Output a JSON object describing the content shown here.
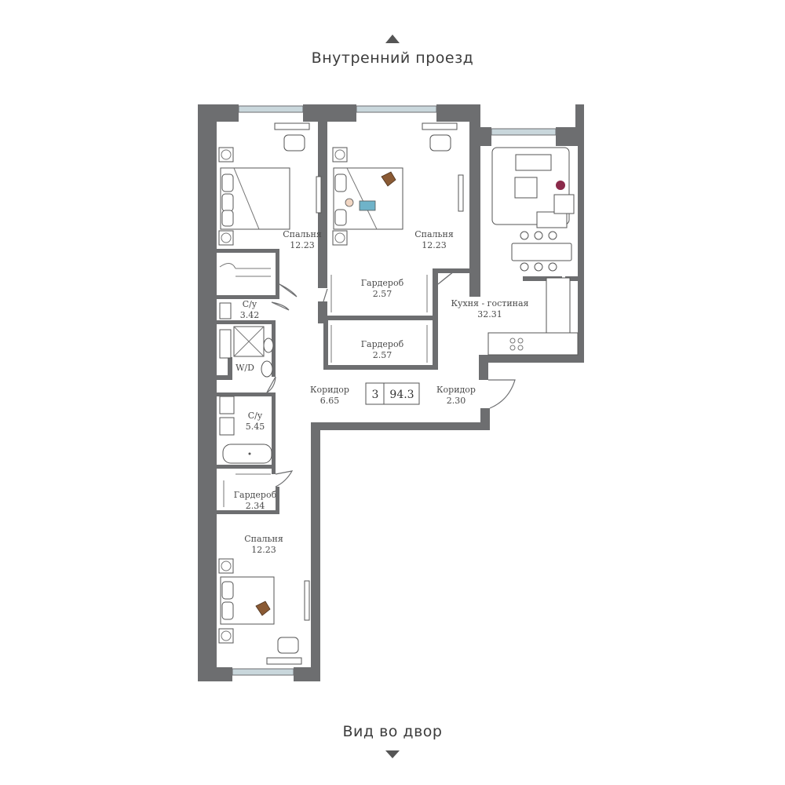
{
  "orientation": {
    "top_label": "Внутренний проезд",
    "bottom_label": "Вид во двор"
  },
  "summary": {
    "rooms": "3",
    "area": "94.3"
  },
  "rooms": {
    "bedroom_1": {
      "name": "Спальня",
      "area": "12.23"
    },
    "bedroom_2": {
      "name": "Спальня",
      "area": "12.23"
    },
    "bedroom_3": {
      "name": "Спальня",
      "area": "12.23"
    },
    "wardrobe_1": {
      "name": "Гардероб",
      "area": "2.57"
    },
    "wardrobe_2": {
      "name": "Гардероб",
      "area": "2.57"
    },
    "wardrobe_3": {
      "name": "Гардероб",
      "area": "2.34"
    },
    "bathroom_1": {
      "name": "С/у",
      "area": "3.42"
    },
    "bathroom_2": {
      "name": "С/у",
      "area": "5.45"
    },
    "laundry": {
      "name": "W/D"
    },
    "corridor_1": {
      "name": "Коридор",
      "area": "6.65"
    },
    "corridor_2": {
      "name": "Коридор",
      "area": "2.30"
    },
    "kitchen_living": {
      "name": "Кухня - гостиная",
      "area": "32.31"
    }
  },
  "colors": {
    "wall": "#6d6e70",
    "window": "#c9d7dc",
    "accent_figure": "#8b2a4a"
  },
  "icons": [
    "arrow-up-icon",
    "arrow-down-icon"
  ]
}
